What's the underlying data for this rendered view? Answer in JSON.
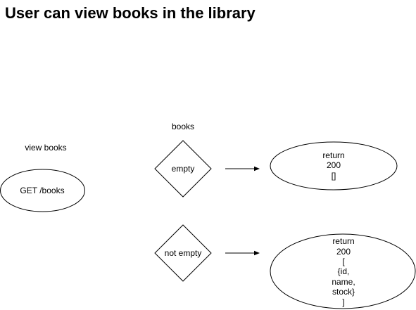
{
  "title": "User can view books in the library",
  "request": {
    "caption": "view books",
    "label": "GET /books"
  },
  "decision_header": "books",
  "branches": [
    {
      "condition": "empty",
      "response_lines": [
        "return",
        "200",
        "[]"
      ]
    },
    {
      "condition": "not empty",
      "response_lines": [
        "return",
        "200",
        "[",
        "{id,",
        "name,",
        "stock}",
        "]"
      ]
    }
  ],
  "colors": {
    "stroke": "#000000",
    "fill": "#ffffff",
    "text": "#000000"
  }
}
